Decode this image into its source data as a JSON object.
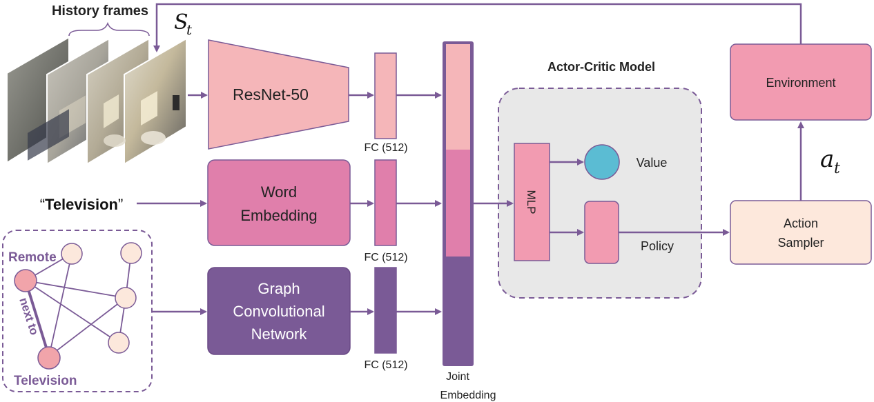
{
  "history": {
    "title": "History frames",
    "state_symbol": "S",
    "state_subscript": "t"
  },
  "encoders": {
    "resnet": "ResNet-50",
    "word_line1": "Word",
    "word_line2": "Embedding",
    "gcn_line1": "Graph",
    "gcn_line2": "Convolutional",
    "gcn_line3": "Network",
    "fc_label": "FC (512)"
  },
  "query": {
    "open_quote": "“",
    "word": "Television",
    "close_quote": "”"
  },
  "knowledge_graph": {
    "remote": "Remote",
    "relation": "next to",
    "television": "Television"
  },
  "joint": {
    "line1": "Joint",
    "line2": "Embedding"
  },
  "actor_critic": {
    "title": "Actor-Critic Model",
    "mlp": "MLP",
    "value": "Value",
    "policy": "Policy"
  },
  "env": {
    "environment": "Environment",
    "sampler_line1": "Action",
    "sampler_line2": "Sampler",
    "action_symbol": "a",
    "action_subscript": "t"
  },
  "colors": {
    "purple": "#7a5a96",
    "light_pink": "#f5b6b9",
    "pink": "#e07fab",
    "env_pink": "#f29bb1",
    "sampler_fill": "#fde8dc",
    "node_fill": "#fce8dc",
    "node_red": "#f1a4aa",
    "value_blue": "#5bbcd3",
    "panel_grey": "#e8e8e8"
  }
}
